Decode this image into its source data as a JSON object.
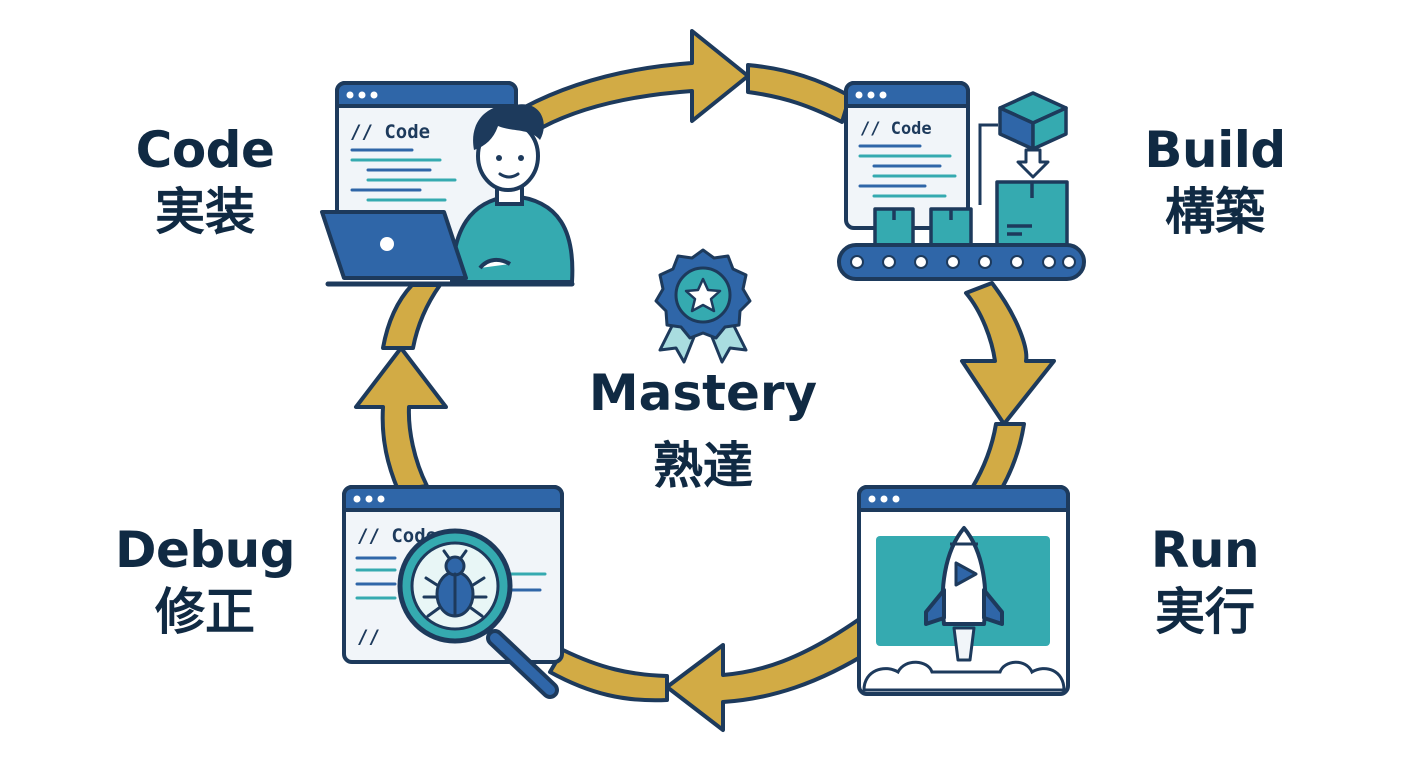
{
  "colors": {
    "navy": "#1d3a5c",
    "blue": "#2f66a8",
    "teal": "#35aab0",
    "gold": "#d2ab45",
    "text": "#102a43",
    "light": "#f1f5f9"
  },
  "center": {
    "en": "Mastery",
    "ja": "熟達",
    "icon": "award-badge-star-icon"
  },
  "stages": {
    "code": {
      "en": "Code",
      "ja": "実装",
      "window_text": "// Code",
      "icon": "developer-laptop-icon"
    },
    "build": {
      "en": "Build",
      "ja": "構築",
      "window_text": "// Code",
      "icon": "package-conveyor-icon"
    },
    "run": {
      "en": "Run",
      "ja": "実行",
      "icon": "rocket-launch-icon"
    },
    "debug": {
      "en": "Debug",
      "ja": "修正",
      "window_text": "// Code",
      "window_text_2": "//",
      "icon": "bug-magnifier-icon"
    }
  }
}
